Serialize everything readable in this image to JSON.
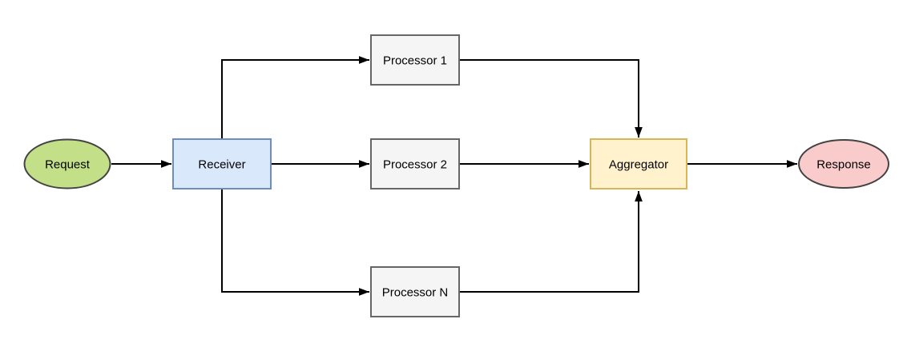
{
  "diagram": {
    "type": "flowchart",
    "background": "#FFFFFF",
    "edge_color": "#000000",
    "nodes": {
      "request": {
        "label": "Request",
        "shape": "ellipse",
        "fill": "#C3E088",
        "stroke": "#434343"
      },
      "receiver": {
        "label": "Receiver",
        "shape": "rect",
        "fill": "#DAE8FC",
        "stroke": "#6C8EBF"
      },
      "processor1": {
        "label": "Processor 1",
        "shape": "rect",
        "fill": "#F5F5F5",
        "stroke": "#666666"
      },
      "processor2": {
        "label": "Processor 2",
        "shape": "rect",
        "fill": "#F5F5F5",
        "stroke": "#666666"
      },
      "processorN": {
        "label": "Processor N",
        "shape": "rect",
        "fill": "#F5F5F5",
        "stroke": "#666666"
      },
      "aggregator": {
        "label": "Aggregator",
        "shape": "rect",
        "fill": "#FFF2CC",
        "stroke": "#D6B656"
      },
      "response": {
        "label": "Response",
        "shape": "ellipse",
        "fill": "#F9CCCB",
        "stroke": "#434343"
      }
    },
    "edges": [
      {
        "from": "request",
        "to": "receiver"
      },
      {
        "from": "receiver",
        "to": "processor1"
      },
      {
        "from": "receiver",
        "to": "processor2"
      },
      {
        "from": "receiver",
        "to": "processorN"
      },
      {
        "from": "processor1",
        "to": "aggregator"
      },
      {
        "from": "processor2",
        "to": "aggregator"
      },
      {
        "from": "processorN",
        "to": "aggregator"
      },
      {
        "from": "aggregator",
        "to": "response"
      }
    ]
  }
}
